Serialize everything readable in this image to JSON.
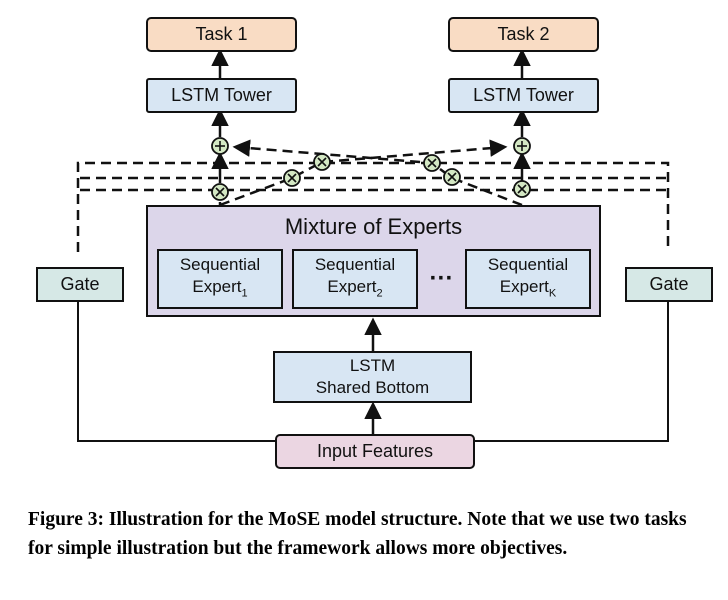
{
  "diagram": {
    "task1": "Task 1",
    "task2": "Task 2",
    "tower1": "LSTM Tower",
    "tower2": "LSTM Tower",
    "moe_title": "Mixture of Experts",
    "expert1": {
      "line1": "Sequential",
      "line2": "Expert",
      "sub": "1"
    },
    "expert2": {
      "line1": "Sequential",
      "line2": "Expert",
      "sub": "2"
    },
    "expertK": {
      "line1": "Sequential",
      "line2": "Expert",
      "sub": "K"
    },
    "ellipsis": "···",
    "gate_left": "Gate",
    "gate_right": "Gate",
    "shared_bottom": {
      "line1": "LSTM",
      "line2": "Shared Bottom"
    },
    "input": "Input Features",
    "colors": {
      "task_fill": "#f9dcc4",
      "tower_fill": "#d8e6f3",
      "moe_fill": "#dcd6ea",
      "expert_fill": "#d8e6f3",
      "gate_fill": "#d6e8e6",
      "input_fill": "#ebd6e2",
      "operator_fill": "#d4e8c4"
    }
  },
  "caption": "Figure 3: Illustration for the MoSE model structure. Note that we use two tasks for simple illustration but the framework allows more objectives."
}
